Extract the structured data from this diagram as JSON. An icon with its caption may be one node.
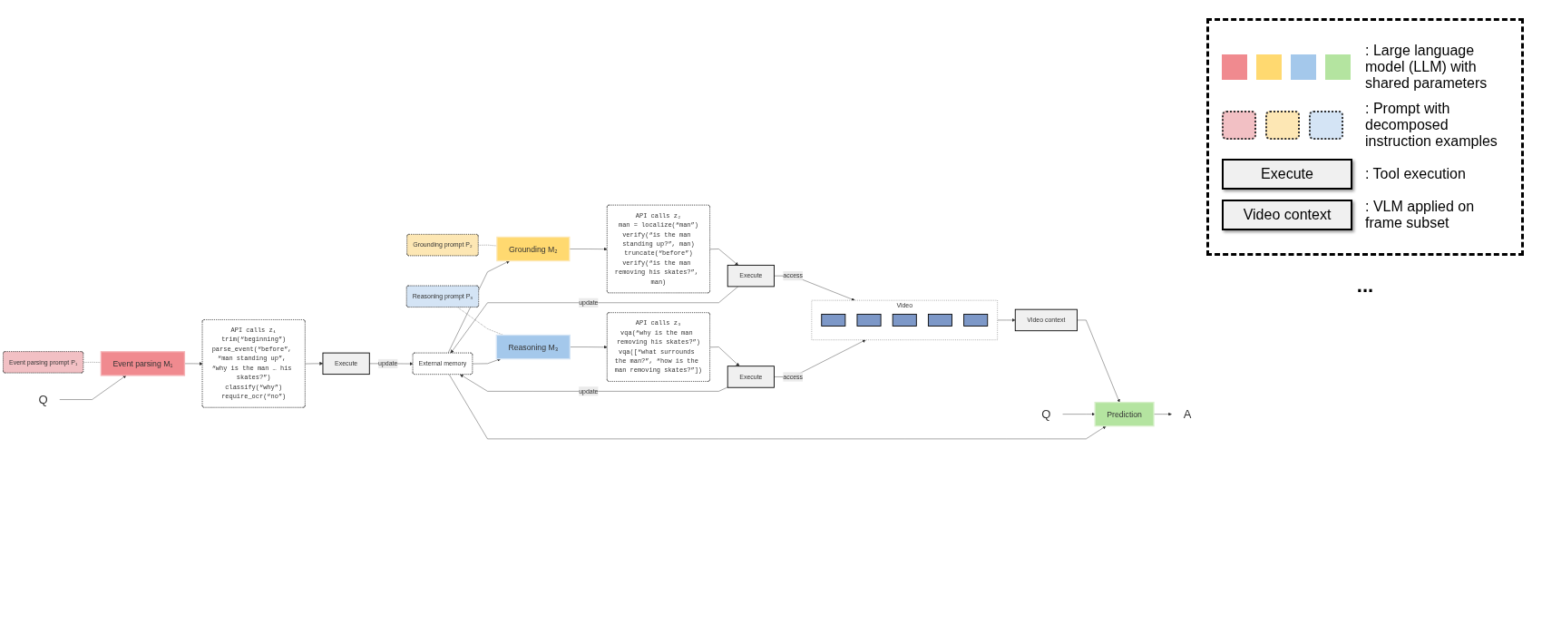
{
  "diagram": {
    "nodes": [
      {
        "text": [
          "Event parsing prompt P₁"
        ]
      },
      {
        "text": [
          "Q"
        ]
      },
      {
        "text": [
          "Event parsing M₁"
        ]
      },
      {
        "text": [
          "API calls z₁",
          "trim(“beginning”)",
          "parse_event(“before”, “man standing up”, “why is the man … his skates?”)",
          "classify(“why”)",
          "require_ocr(“no”)"
        ]
      },
      {
        "text": [
          "Execute"
        ]
      },
      {
        "text": [
          "Grounding prompt P₂"
        ]
      },
      {
        "text": [
          "Grounding M₂"
        ]
      },
      {
        "text": [
          "API calls z₂",
          "man = localize(“man”)",
          "verify(“is the man standing up?”, man)",
          "truncate(“before”)",
          "verify(“is the man removing his skates?”, man)"
        ]
      },
      {
        "text": [
          "Execute"
        ]
      },
      {
        "text": [
          "Reasoning prompt P₃"
        ]
      },
      {
        "text": [
          "Reasoning M₃"
        ]
      },
      {
        "text": [
          "API calls z₃",
          "vqa(“why is the man removing his skates?”)",
          "vqa([“what surrounds the man?”, “how is the man removing skates?”])"
        ]
      },
      {
        "text": [
          "Execute"
        ]
      },
      {
        "text": [
          "Video"
        ]
      },
      {
        "text": [],
        "shape": "box",
        "in": 13
      },
      {
        "text": [],
        "shape": "box",
        "in": 13
      },
      {
        "text": [],
        "shape": "box",
        "in": 13
      },
      {
        "text": [],
        "shape": "box",
        "in": 13
      },
      {
        "text": [],
        "shape": "box",
        "in": 13
      },
      {
        "text": [
          "External memory"
        ]
      },
      {
        "text": [
          "Video context"
        ]
      },
      {
        "text": [
          "Q"
        ]
      },
      {
        "text": [
          "Prediction"
        ]
      },
      {
        "text": [
          "A"
        ]
      }
    ],
    "edges": [
      {
        "from": 0,
        "to": 2,
        "arrow": "none",
        "style": "dashed"
      },
      {
        "from": 1,
        "to": 2,
        "arrow": "to"
      },
      {
        "from": 2,
        "to": 3,
        "arrow": "to"
      },
      {
        "from": 3,
        "to": 4,
        "arrow": "to"
      },
      {
        "from": 4,
        "to": 19,
        "arrow": "to",
        "label": "update"
      },
      {
        "from": 5,
        "to": 6,
        "arrow": "none",
        "style": "dashed"
      },
      {
        "from": 19,
        "to": 6,
        "arrow": "to"
      },
      {
        "from": 6,
        "to": 7,
        "arrow": "to"
      },
      {
        "from": 7,
        "to": 8,
        "arrow": "to"
      },
      {
        "from": 8,
        "to": 13,
        "arrow": "to",
        "label": "access"
      },
      {
        "from": 8,
        "to": 19,
        "arrow": "to",
        "label": "update"
      },
      {
        "from": 9,
        "to": 10,
        "arrow": "none",
        "style": "dashed"
      },
      {
        "from": 19,
        "to": 10,
        "arrow": "to"
      },
      {
        "from": 10,
        "to": 11,
        "arrow": "to"
      },
      {
        "from": 11,
        "to": 12,
        "arrow": "to"
      },
      {
        "from": 12,
        "to": 13,
        "arrow": "to",
        "label": "access"
      },
      {
        "from": 12,
        "to": 19,
        "arrow": "to",
        "label": "update"
      },
      {
        "from": 13,
        "to": 20,
        "arrow": "to"
      },
      {
        "from": 20,
        "to": 22,
        "arrow": "to"
      },
      {
        "from": 21,
        "to": 22,
        "arrow": "to"
      },
      {
        "from": 19,
        "to": 22,
        "arrow": "to"
      },
      {
        "from": 22,
        "to": 23,
        "arrow": "to"
      }
    ],
    "labels": [
      "...",
      "Execute",
      "Video context"
    ],
    "legend": [
      {
        "text": ": Large language model (LLM) with shared parameters"
      },
      {
        "text": ": Prompt with decomposed instruction examples"
      },
      {
        "text": ": Tool execution"
      },
      {
        "text": ": VLM applied on frame subset"
      }
    ]
  }
}
